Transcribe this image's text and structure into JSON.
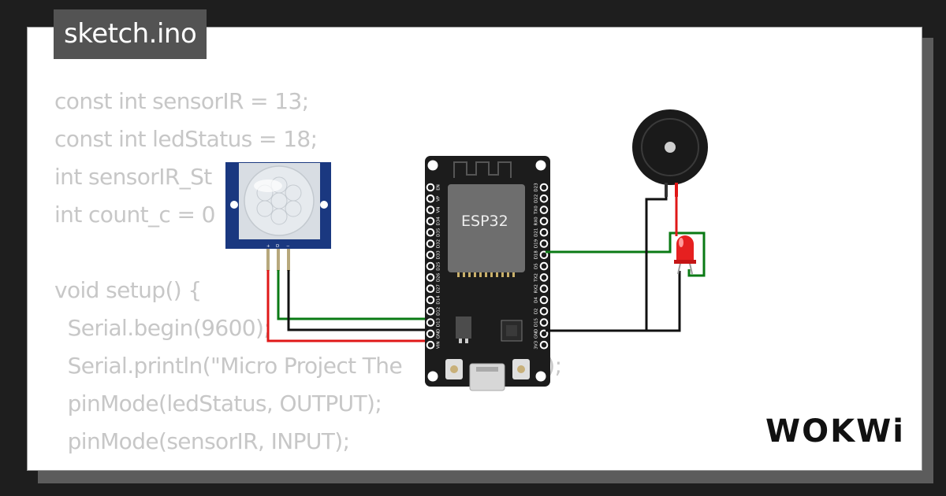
{
  "tab": {
    "filename": "sketch.ino"
  },
  "code_lines": [
    "const int sensorIR = 13;",
    "const int ledStatus = 18;",
    "int sensorIR_St",
    "int count_c = 0",
    "",
    "void setup() {",
    "  Serial.begin(9600);",
    "  Serial.println(\"Micro Project The",
    "  pinMode(ledStatus, OUTPUT);",
    "  pinMode(sensorIR, INPUT);",
    "}"
  ],
  "code_suffix": "\");",
  "board": {
    "chip_label": "ESP32"
  },
  "pir": {
    "pin_labels": [
      "+",
      "D",
      "−"
    ]
  },
  "brand": {
    "logo": "WOKWi"
  },
  "colors": {
    "board": "#1c1c1c",
    "pir_base": "#1a3880",
    "wire_green": "#0a7a14",
    "wire_red": "#e01818",
    "wire_black": "#111111",
    "led": "#e62020"
  },
  "board_left_pins": [
    "EN",
    "VP",
    "VN",
    "D34",
    "D35",
    "D32",
    "D33",
    "D25",
    "D26",
    "D27",
    "D14",
    "D12",
    "D13",
    "GND",
    "VIN"
  ],
  "board_right_pins": [
    "D23",
    "D22",
    "TX0",
    "RX0",
    "D21",
    "D19",
    "D18",
    "D5",
    "TX2",
    "RX2",
    "D4",
    "D2",
    "D15",
    "GND",
    "3V3"
  ]
}
